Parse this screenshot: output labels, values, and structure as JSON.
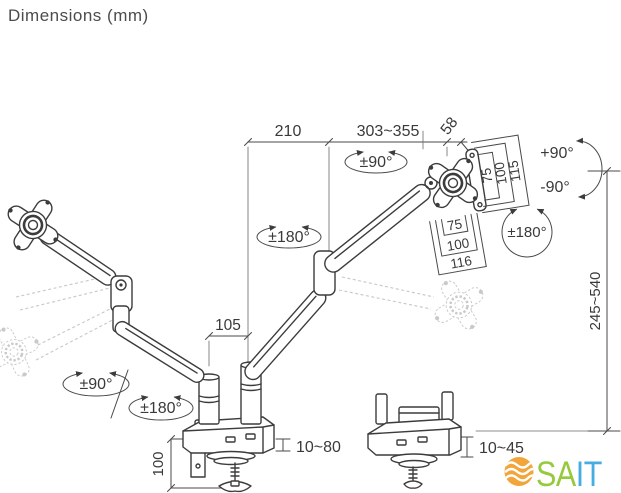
{
  "title": "Dimensions (mm)",
  "labels": {
    "arm_span_left": "210",
    "arm_span_right": "303~355",
    "head_offset": "58",
    "arm_swivel": "±90°",
    "arm_rotation": "±180°",
    "tilt_up": "+90°",
    "tilt_down": "-90°",
    "head_rotation": "±180°",
    "vesa_side": [
      "75",
      "100",
      "115"
    ],
    "vesa_front": [
      "75",
      "100",
      "116"
    ],
    "pole_offset": "105",
    "height_range": "245~540",
    "base_swivel": "±90°",
    "base_rotation": "±180°",
    "clamp_height": "100",
    "clamp_thickness": "10~80",
    "grommet_thickness": "10~45"
  },
  "logo": {
    "part1": "SA",
    "part2": "IT",
    "icon_color": "#F2A53A",
    "part1_color": "#97C93D",
    "part2_color": "#47ACE2"
  }
}
